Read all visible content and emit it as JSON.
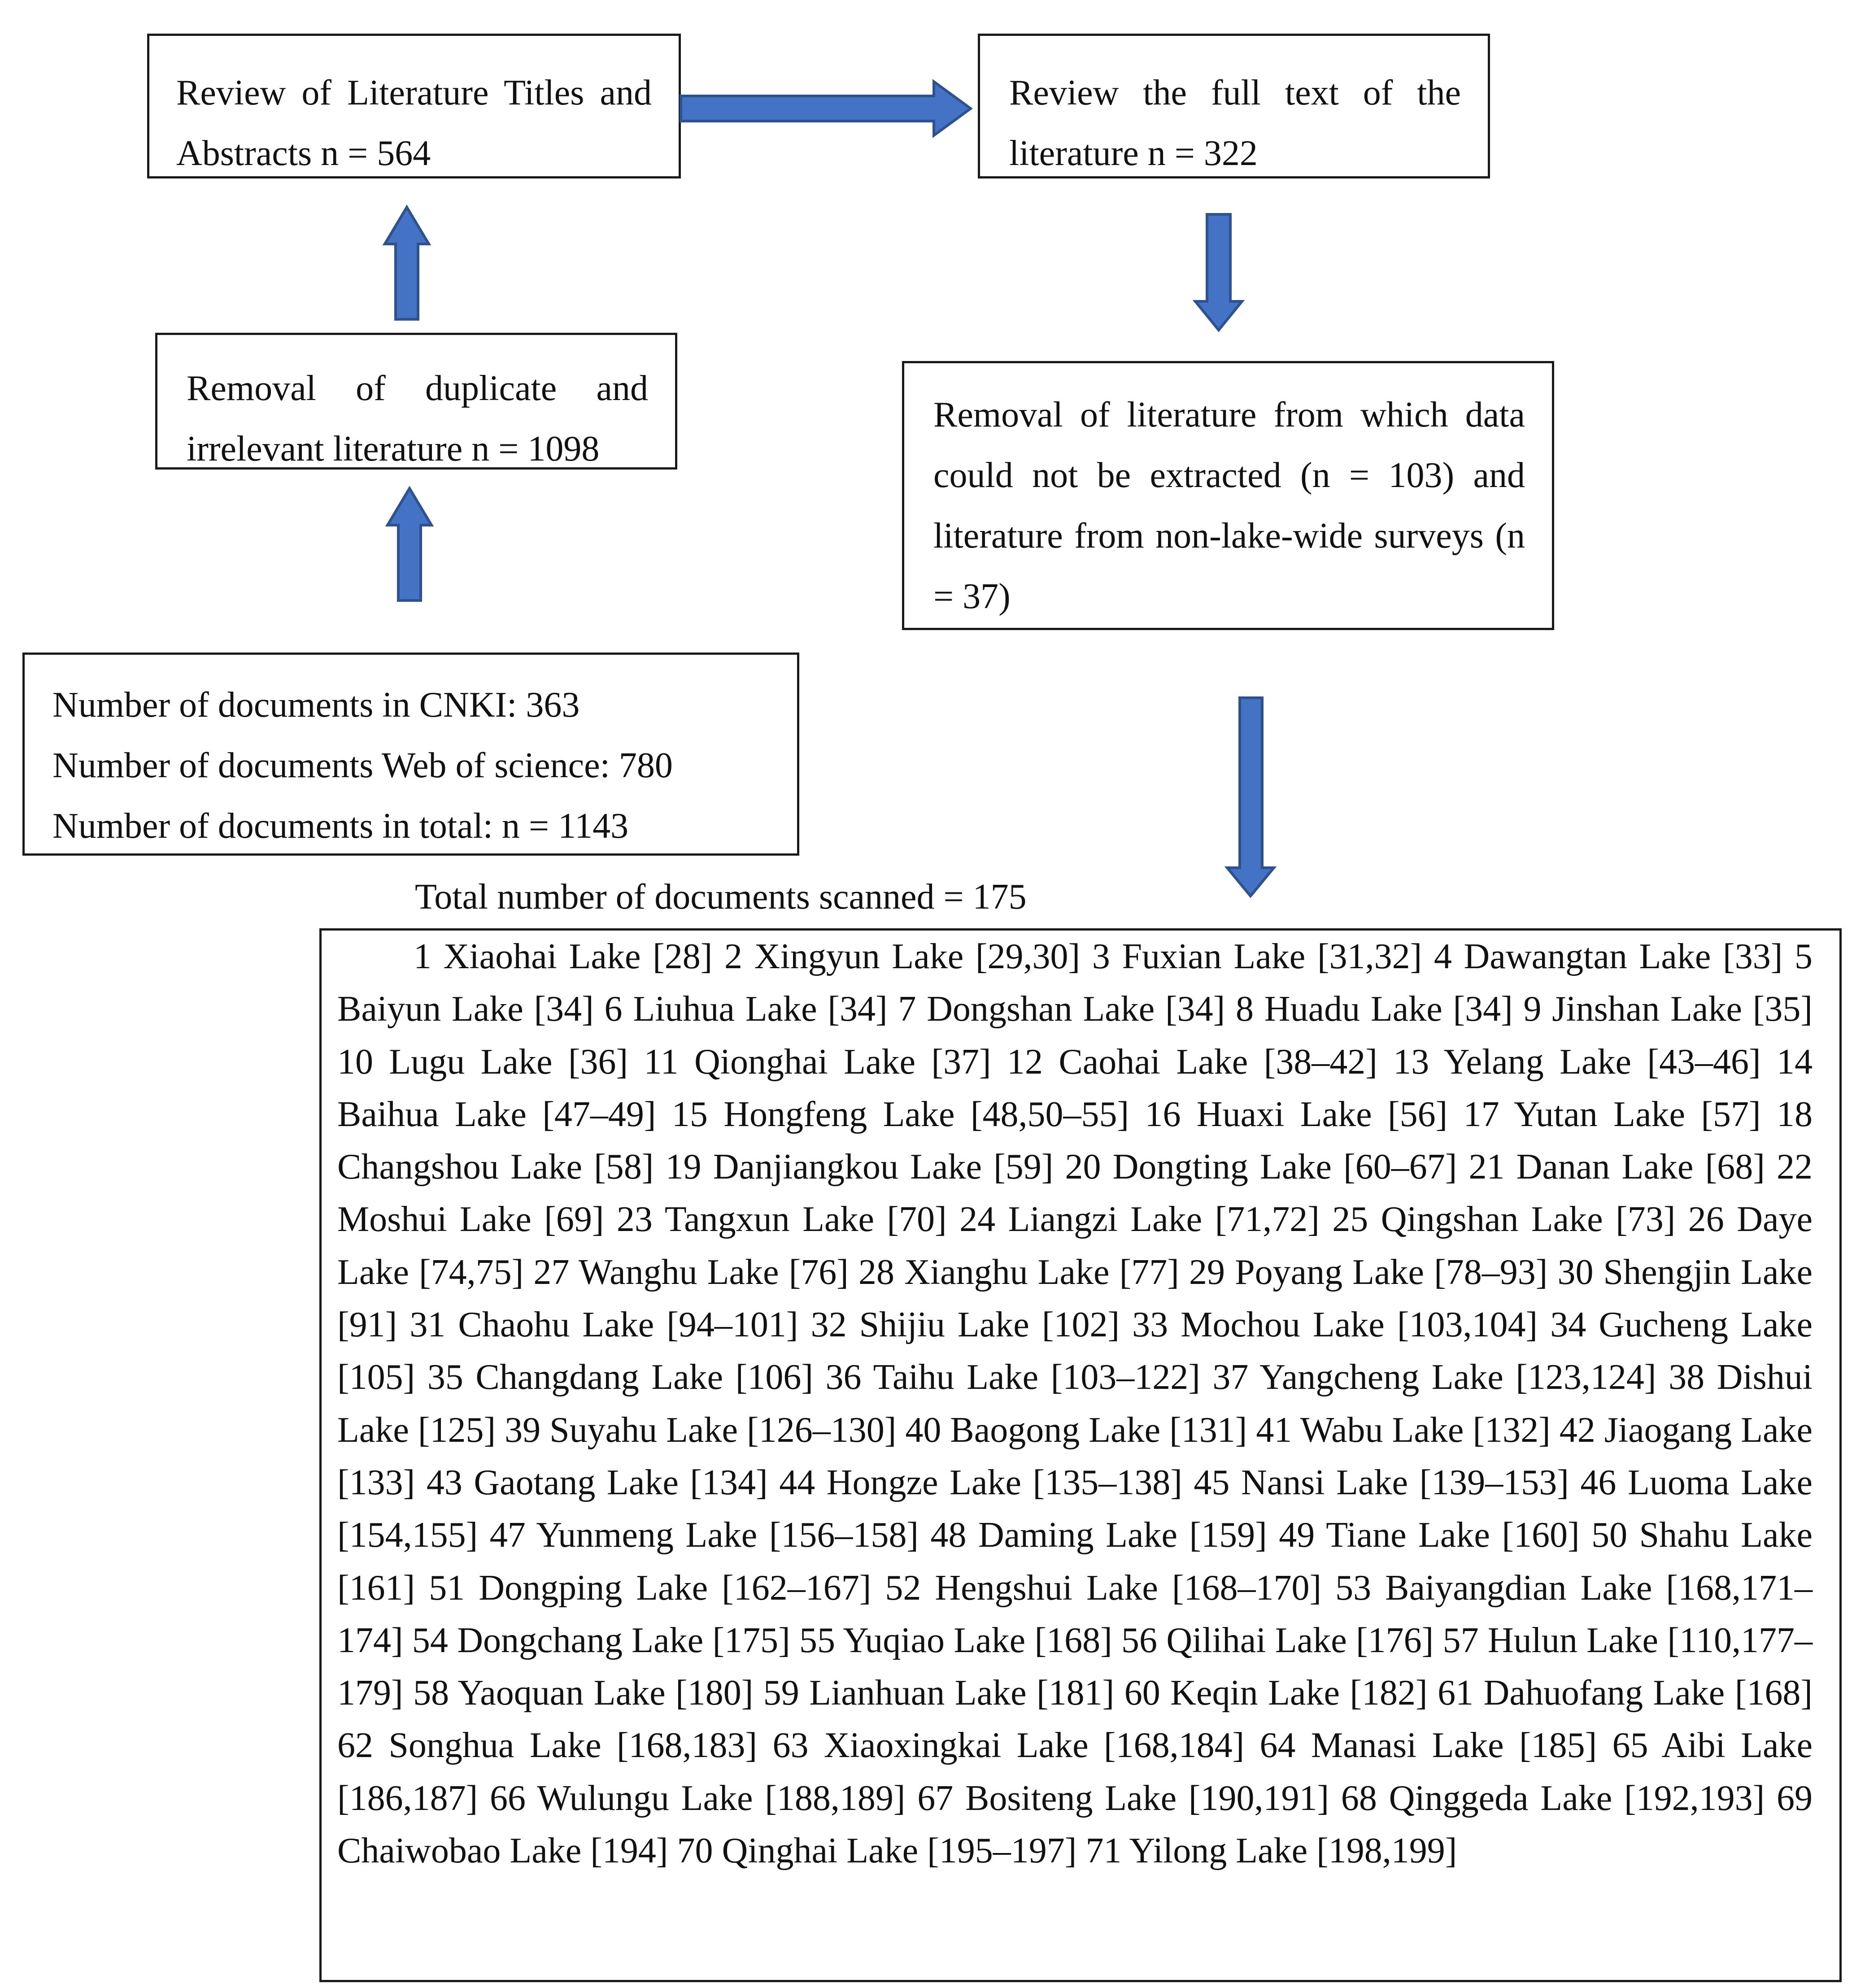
{
  "boxes": {
    "titles_abstracts": "Review of Literature Titles and Abstracts n = 564",
    "full_text": "Review the full text of the literature n = 322",
    "removal_duplicates": "Removal of duplicate and irrelevant literature n = 1098",
    "removal_extraction": "Removal of literature from which data could not be extracted (n = 103) and literature from non-lake-wide surveys (n = 37)",
    "documents": {
      "cnki": "Number of documents in CNKI: 363",
      "wos": "Number of documents Web of science: 780",
      "total": "Number of documents in total: n = 1143"
    }
  },
  "total_scanned": "Total number of documents scanned = 175",
  "lake_list": "1 Xiaohai Lake [28] 2 Xingyun Lake [29,30] 3 Fuxian Lake [31,32] 4 Dawangtan Lake [33] 5 Baiyun Lake [34] 6 Liuhua Lake [34] 7 Dongshan Lake [34] 8 Huadu Lake [34] 9 Jinshan Lake [35] 10 Lugu Lake [36] 11 Qionghai Lake [37] 12 Caohai Lake [38–42] 13 Yelang Lake [43–46] 14 Baihua Lake [47–49] 15 Hongfeng Lake [48,50–55] 16 Huaxi Lake [56] 17 Yutan Lake [57] 18 Changshou Lake [58] 19 Danjiangkou Lake [59] 20 Dongting Lake [60–67] 21 Danan Lake [68] 22 Moshui Lake [69] 23 Tangxun Lake [70] 24 Liangzi Lake [71,72] 25 Qingshan Lake [73] 26 Daye Lake [74,75] 27 Wanghu Lake [76] 28 Xianghu Lake [77] 29 Poyang Lake [78–93] 30 Shengjin Lake [91] 31 Chaohu Lake [94–101] 32 Shijiu Lake [102] 33 Mochou Lake [103,104] 34 Gucheng Lake [105] 35 Changdang Lake [106] 36 Taihu Lake [103–122] 37 Yangcheng Lake [123,124] 38 Dishui Lake [125] 39 Suyahu Lake [126–130] 40 Baogong Lake [131] 41 Wabu Lake [132] 42 Jiaogang Lake [133] 43 Gaotang Lake [134] 44 Hongze Lake [135–138] 45 Nansi Lake [139–153] 46 Luoma Lake [154,155] 47 Yunmeng Lake [156–158] 48 Daming Lake [159] 49 Tiane Lake [160] 50 Shahu Lake [161] 51 Dongping Lake [162–167] 52 Hengshui Lake [168–170] 53 Baiyangdian Lake [168,171–174] 54 Dongchang Lake [175] 55 Yuqiao Lake [168] 56 Qilihai Lake [176] 57 Hulun Lake [110,177–179] 58 Yaoquan Lake [180] 59 Lianhuan Lake [181] 60 Keqin Lake [182] 61 Dahuofang Lake [168] 62 Songhua Lake [168,183] 63 Xiaoxingkai Lake [168,184] 64 Manasi Lake [185] 65 Aibi Lake [186,187] 66 Wulungu Lake [188,189] 67 Bositeng Lake [190,191] 68 Qinggeda Lake [192,193] 69 Chaiwobao Lake [194] 70 Qinghai Lake [195–197] 71 Yilong Lake [198,199]",
  "colors": {
    "arrow_fill": "#4472c4",
    "arrow_stroke": "#2f528f",
    "border": "#1a1a1a"
  }
}
